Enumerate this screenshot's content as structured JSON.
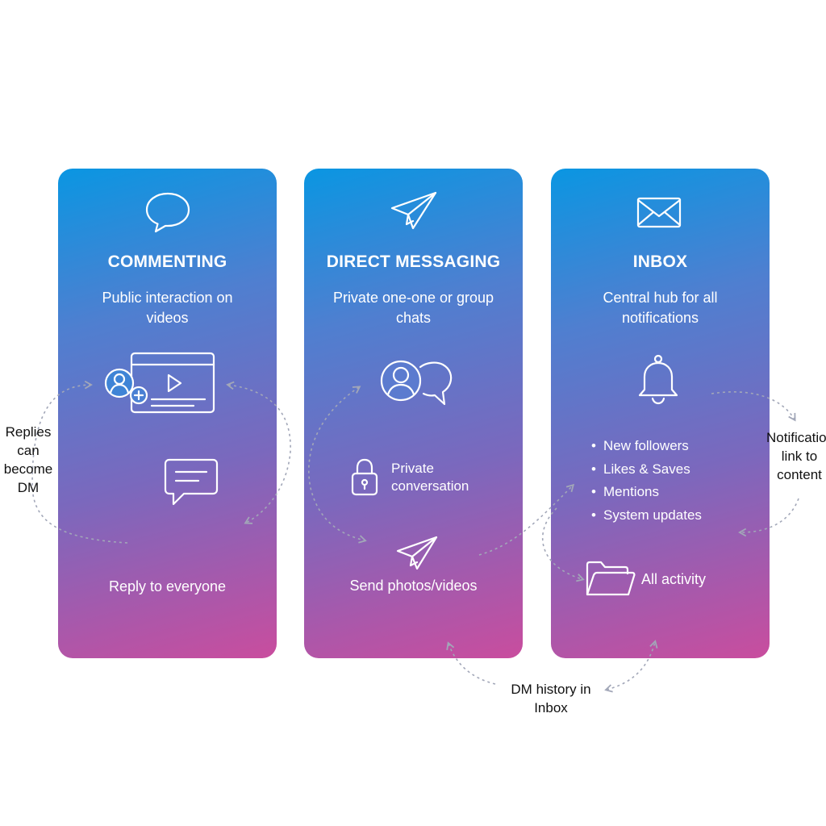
{
  "cards": [
    {
      "title": "COMMENTING",
      "description": "Public interaction on videos",
      "action_label": "Reply to everyone",
      "icons": [
        "speech-bubble-icon",
        "video-player-add-user-icon",
        "comment-message-icon"
      ]
    },
    {
      "title": "DIRECT MESSAGING",
      "description": "Private one-one or group chats",
      "private_label": "Private conversation",
      "action_label": "Send photos/videos",
      "icons": [
        "paper-plane-icon",
        "user-chat-icon",
        "lock-icon",
        "paper-plane-icon"
      ]
    },
    {
      "title": "INBOX",
      "description": "Central hub for all notifications",
      "bullets": [
        "New followers",
        "Likes & Saves",
        "Mentions",
        "System updates"
      ],
      "action_label": "All activity",
      "icons": [
        "envelope-icon",
        "bell-icon",
        "folder-icon"
      ]
    }
  ],
  "connectors": {
    "replies_label": "Replies can become DM",
    "dm_history_label": "DM history in Inbox",
    "notifications_label": "Notifications link to content"
  },
  "colors": {
    "gradient_top": "#0a96e2",
    "gradient_mid": "#7b68bd",
    "gradient_bottom": "#c94d9e",
    "connector": "#a2a7b8"
  }
}
